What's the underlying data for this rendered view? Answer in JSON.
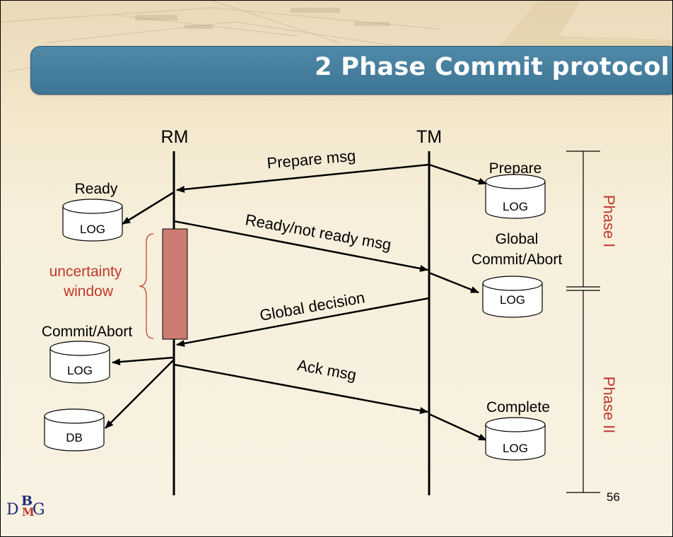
{
  "title": "2 Phase Commit protocol",
  "page_number": "56",
  "logo": {
    "d": "D",
    "b": "B",
    "m": "M",
    "g": "G"
  },
  "participants": {
    "rm": "RM",
    "tm": "TM"
  },
  "messages": {
    "prepare": "Prepare msg",
    "ready": "Ready/not ready msg",
    "decision": "Global decision",
    "ack": "Ack msg"
  },
  "rm_labels": {
    "ready": "Ready",
    "commit_abort": "Commit/Abort"
  },
  "tm_labels": {
    "prepare": "Prepare",
    "global_line1": "Global",
    "global_line2": "Commit/Abort",
    "complete": "Complete"
  },
  "storage": {
    "log": "LOG",
    "db": "DB"
  },
  "uncertainty": {
    "line1": "uncertainty",
    "line2": "window"
  },
  "phases": {
    "phase1": "Phase I",
    "phase2": "Phase II"
  },
  "colors": {
    "title_bar": "#4480a0",
    "accent_red": "#c0392b",
    "window_fill": "#cd7b72"
  }
}
